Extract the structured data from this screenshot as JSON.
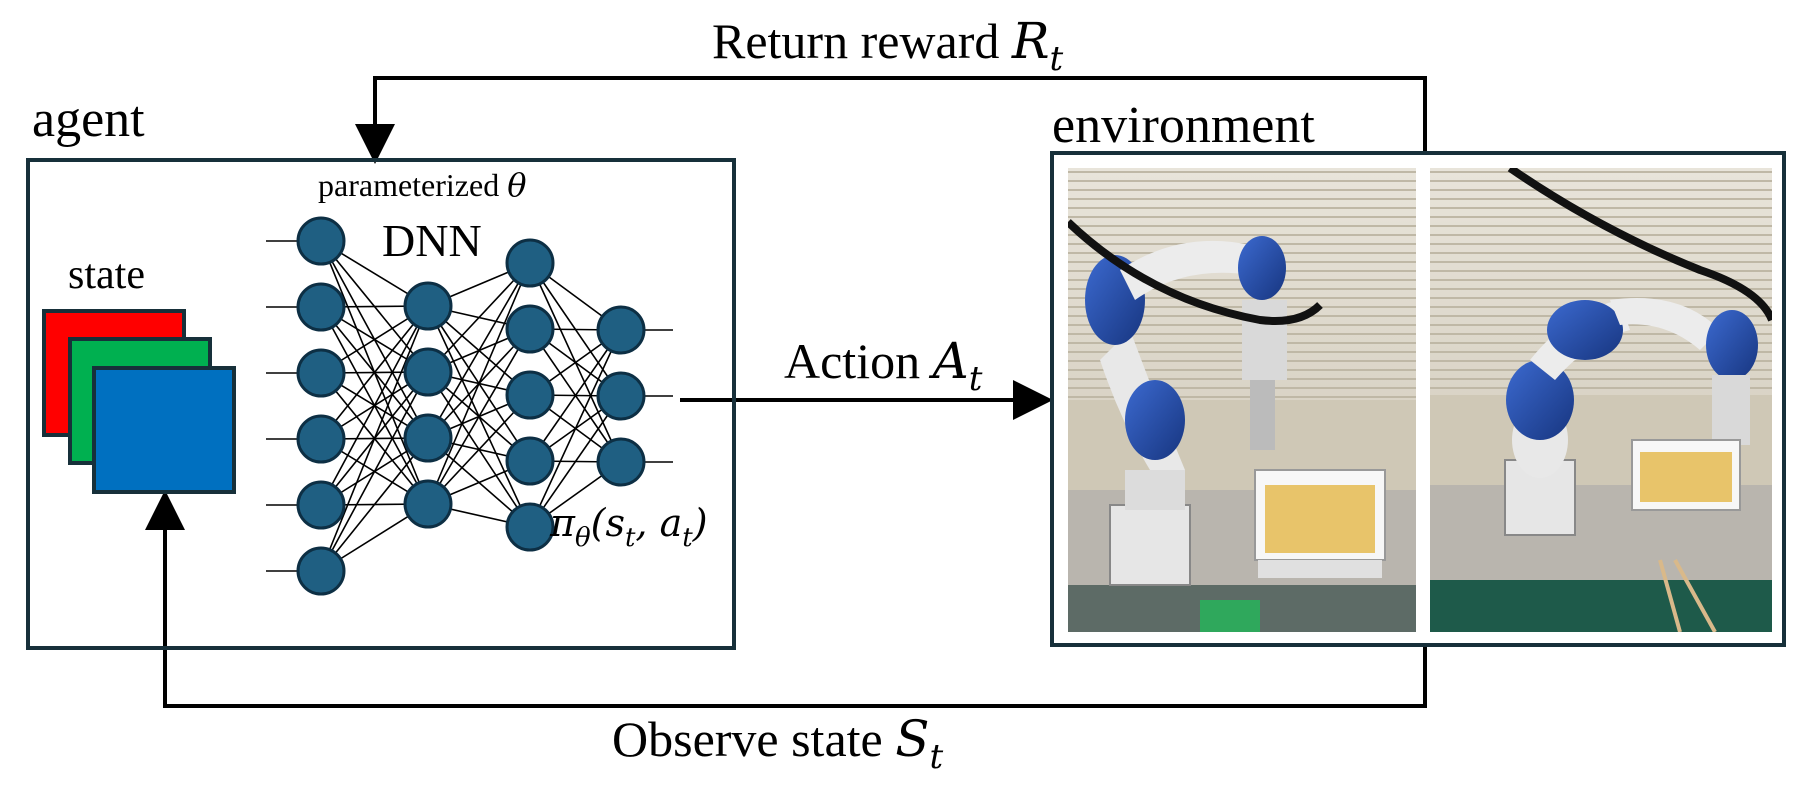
{
  "labels": {
    "agent": "agent",
    "environment": "environment",
    "state": "state",
    "parameterized": "parameterized",
    "theta": "θ",
    "dnn": "DNN",
    "policy": "π",
    "policy_sub": "θ",
    "policy_args": "(s",
    "policy_s_sub": "t",
    "policy_comma": ", a",
    "policy_a_sub": "t",
    "policy_close": ")"
  },
  "arrows": {
    "reward": {
      "text": "Return reward ",
      "symbol": "R",
      "sub": "t"
    },
    "action": {
      "text": "Action ",
      "symbol": "A",
      "sub": "t"
    },
    "observe": {
      "text": "Observe state ",
      "symbol": "S",
      "sub": "t"
    }
  },
  "network": {
    "layers": [
      6,
      4,
      5,
      3
    ],
    "node_color": "#1f5f82",
    "edge_color": "#000000"
  },
  "state_frames": [
    {
      "channel": "red",
      "color": "#ff0000"
    },
    {
      "channel": "green",
      "color": "#00b050"
    },
    {
      "channel": "blue",
      "color": "#0070c0"
    }
  ],
  "colors": {
    "box_border": "#17303a",
    "arrow": "#000000"
  }
}
